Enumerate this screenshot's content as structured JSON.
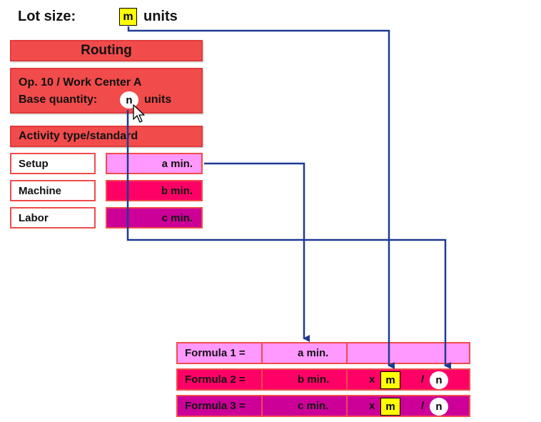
{
  "lot": {
    "label": "Lot size:",
    "symbol": "m",
    "units": "units"
  },
  "routing": {
    "title": "Routing",
    "operation_line1": "Op. 10 / Work Center A",
    "base_quantity_label": "Base quantity:",
    "base_symbol": "n",
    "base_units": "units",
    "activity_header": "Activity type/standard",
    "activities": [
      {
        "name": "Setup",
        "standard": "a min.",
        "color": "#ff99ff"
      },
      {
        "name": "Machine",
        "standard": "b min.",
        "color": "#ff0066"
      },
      {
        "name": "Labor",
        "standard": "c min.",
        "color": "#cc0099"
      }
    ]
  },
  "formulas": [
    {
      "label": "Formula 1 =",
      "standard": "a min.",
      "color": "#ff99ff",
      "times": "",
      "m": "",
      "slash": "",
      "n": ""
    },
    {
      "label": "Formula 2 =",
      "standard": "b min.",
      "color": "#ff0066",
      "times": "x",
      "m": "m",
      "slash": "/",
      "n": "n"
    },
    {
      "label": "Formula 3 =",
      "standard": "c min.",
      "color": "#cc0099",
      "times": "x",
      "m": "m",
      "slash": "/",
      "n": "n"
    }
  ],
  "colors": {
    "arrow": "#1f3a93",
    "red_header": "#f24b4b",
    "highlight": "#ffff00"
  },
  "icons": {
    "cursor": "mouse-pointer-icon"
  }
}
